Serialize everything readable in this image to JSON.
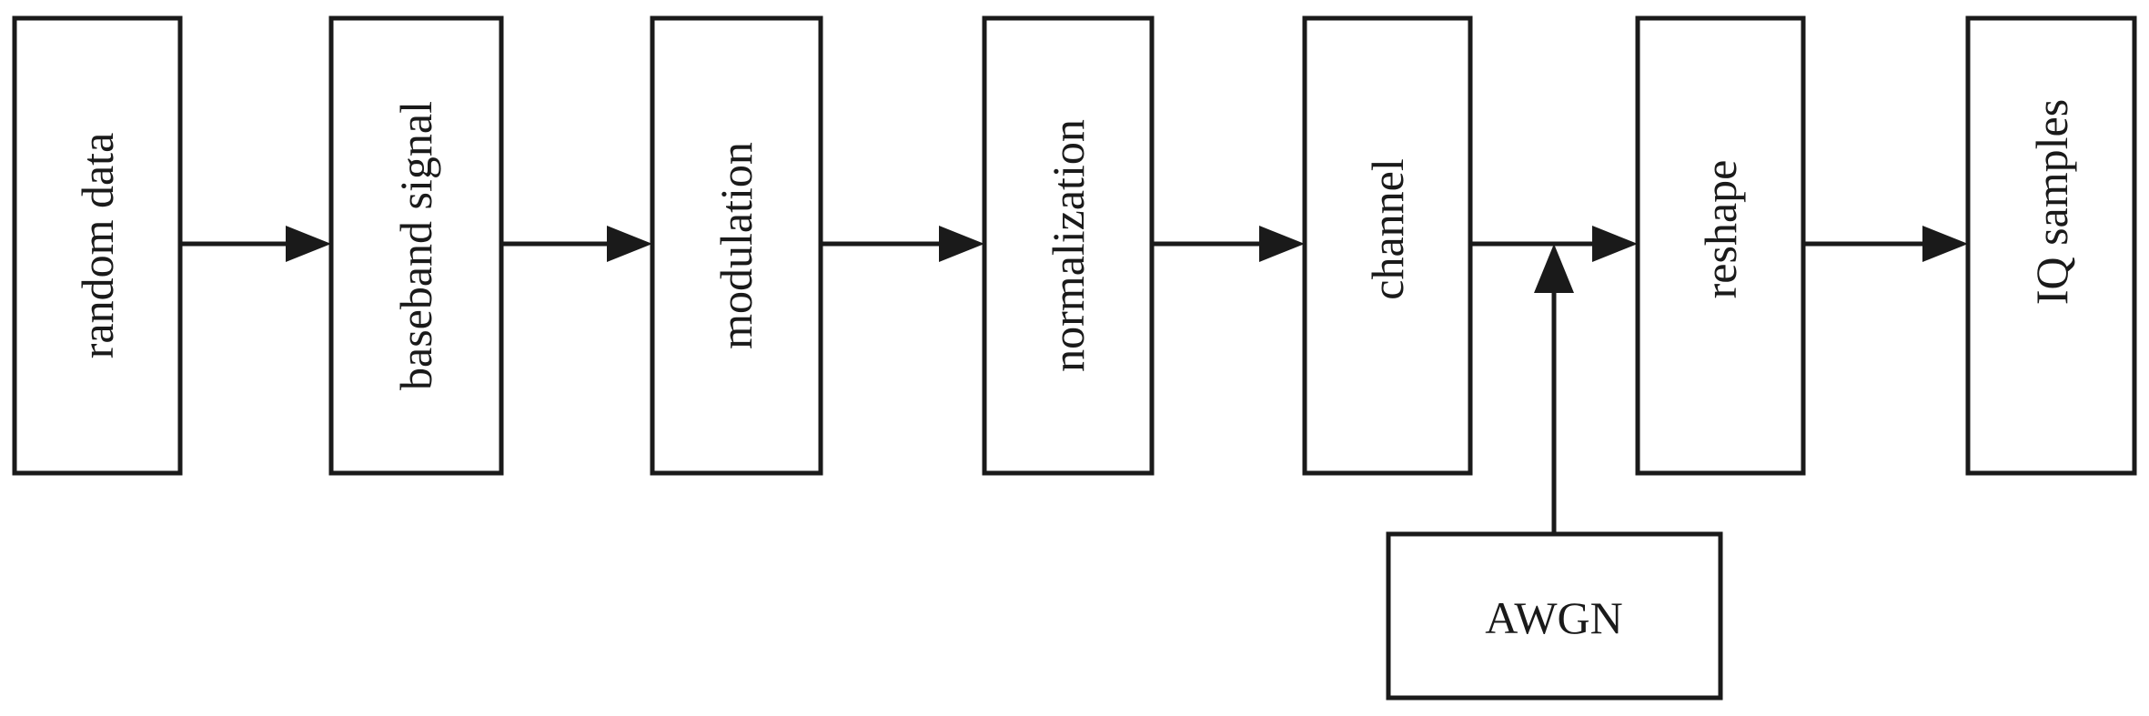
{
  "diagram": {
    "blocks": [
      {
        "id": "random-data",
        "label": "random data"
      },
      {
        "id": "baseband-signal",
        "label": "baseband signal"
      },
      {
        "id": "modulation",
        "label": "modulation"
      },
      {
        "id": "normalization",
        "label": "normalization"
      },
      {
        "id": "channel",
        "label": "channel"
      },
      {
        "id": "reshape",
        "label": "reshape"
      },
      {
        "id": "iq-samples",
        "label": "IQ samples"
      }
    ],
    "noise": {
      "id": "awgn",
      "label": "AWGN"
    },
    "colors": {
      "stroke": "#1a1a1a",
      "fill": "#ffffff"
    }
  }
}
